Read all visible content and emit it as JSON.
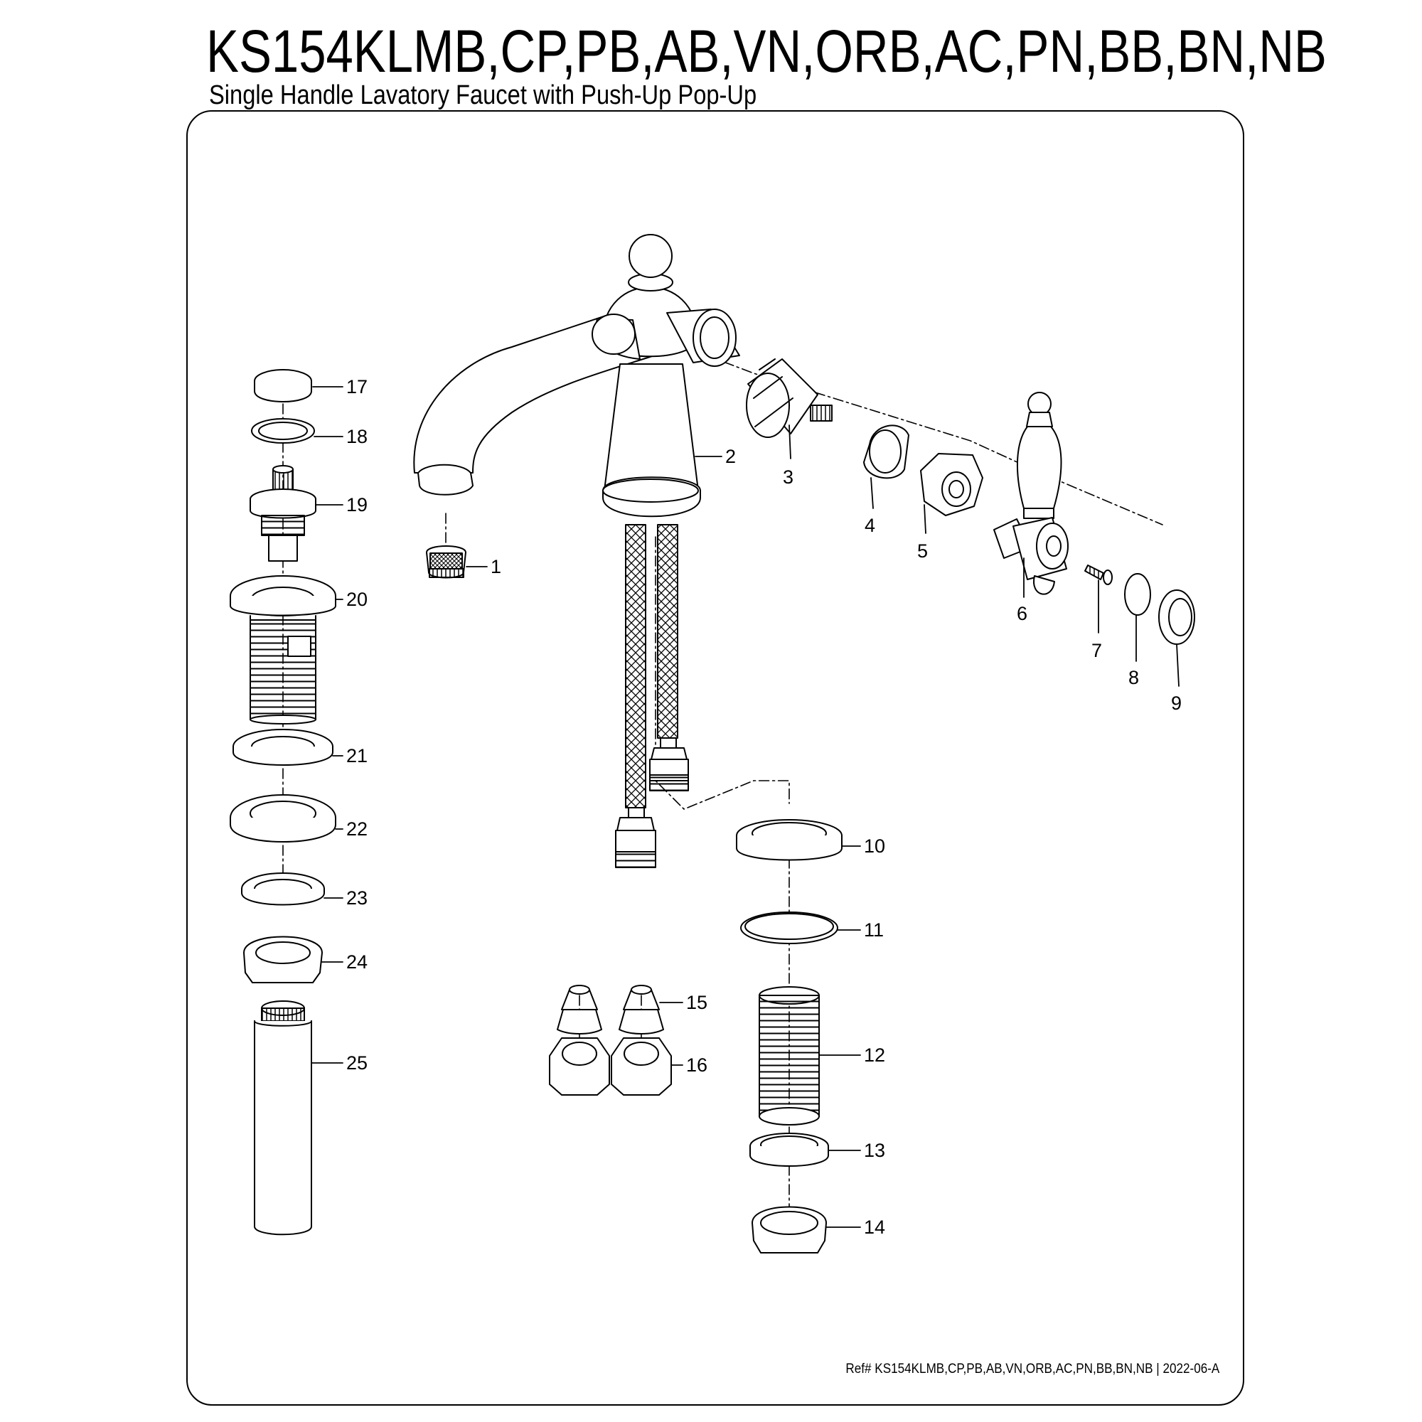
{
  "header": {
    "title": "KS154KLMB,CP,PB,AB,VN,ORB,AC,PN,BB,BN,NB",
    "subtitle": "Single Handle Lavatory Faucet with Push-Up Pop-Up"
  },
  "footer": {
    "reference": "Ref# KS154KLMB,CP,PB,AB,VN,ORB,AC,PN,BB,BN,NB | 2022-06-A"
  },
  "callouts": [
    "1",
    "2",
    "3",
    "4",
    "5",
    "6",
    "7",
    "8",
    "9",
    "10",
    "11",
    "12",
    "13",
    "14",
    "15",
    "16",
    "17",
    "18",
    "19",
    "20",
    "21",
    "22",
    "23",
    "24",
    "25"
  ]
}
